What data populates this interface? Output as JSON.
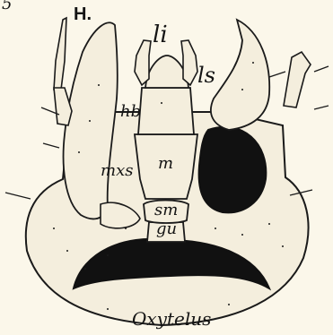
{
  "figure": {
    "corner_number": "5",
    "panel_letter": "H.",
    "caption": "Oxytelus",
    "labels": {
      "li": "li",
      "ls": "ls",
      "hb": "hb",
      "mxs": "mxs",
      "m": "m",
      "sm": "sm",
      "gu": "gu"
    }
  }
}
